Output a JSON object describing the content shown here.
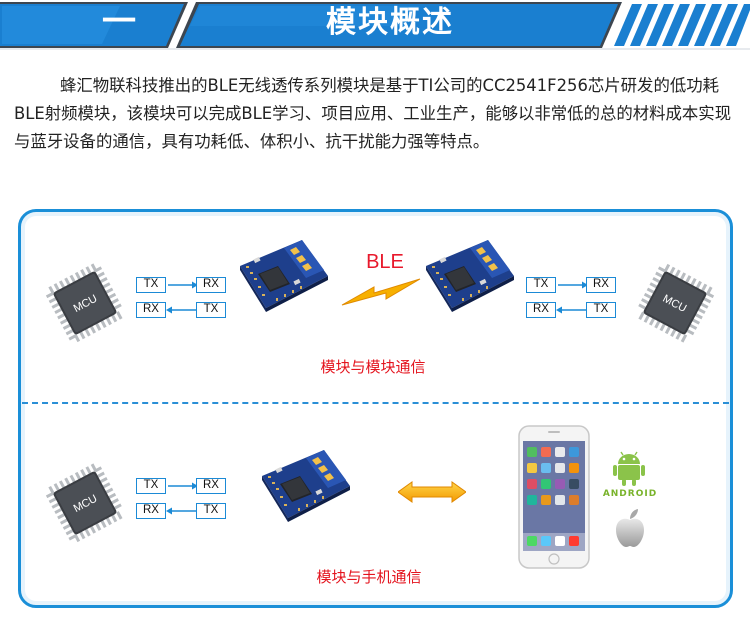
{
  "header": {
    "number": "一",
    "title": "模块概述"
  },
  "intro": {
    "paragraph": "蜂汇物联科技推出的BLE无线透传系列模块是基于TI公司的CC2541F256芯片研发的低功耗BLE射频模块，该模块可以完成BLE学习、项目应用、工业生产，能够以非常低的总的材料成本实现与蓝牙设备的通信，具有功耗低、体积小、抗干扰能力强等特点。"
  },
  "diagram": {
    "mcu_label": "MCU",
    "io": {
      "tx": "TX",
      "rx": "RX"
    },
    "ble_label": "BLE",
    "caption_module_to_module": "模块与模块通信",
    "caption_module_to_phone": "模块与手机通信",
    "android_label": "ANDROID"
  },
  "colors": {
    "banner_blue": "#1a7fd0",
    "panel_border": "#1a8fd8",
    "caption_red": "#e4141e",
    "ble_red": "#e8192c",
    "android_green": "#79b32b",
    "bolt_yellow": "#f7b000"
  }
}
